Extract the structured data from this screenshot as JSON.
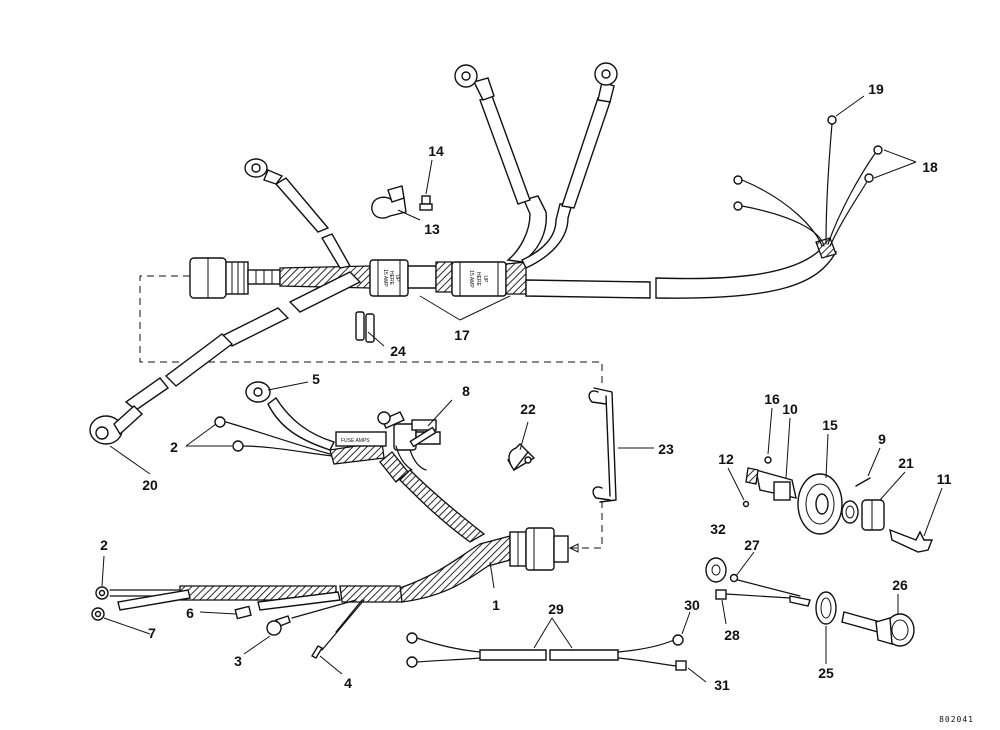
{
  "diagram": {
    "document_id": "802041",
    "callouts": [
      {
        "id": "c1",
        "label": "1"
      },
      {
        "id": "c2a",
        "label": "2"
      },
      {
        "id": "c2b",
        "label": "2"
      },
      {
        "id": "c3",
        "label": "3"
      },
      {
        "id": "c4",
        "label": "4"
      },
      {
        "id": "c5",
        "label": "5"
      },
      {
        "id": "c6",
        "label": "6"
      },
      {
        "id": "c7",
        "label": "7"
      },
      {
        "id": "c8",
        "label": "8"
      },
      {
        "id": "c9",
        "label": "9"
      },
      {
        "id": "c10",
        "label": "10"
      },
      {
        "id": "c11",
        "label": "11"
      },
      {
        "id": "c12",
        "label": "12"
      },
      {
        "id": "c13",
        "label": "13"
      },
      {
        "id": "c14",
        "label": "14"
      },
      {
        "id": "c15",
        "label": "15"
      },
      {
        "id": "c16",
        "label": "16"
      },
      {
        "id": "c17",
        "label": "17"
      },
      {
        "id": "c18",
        "label": "18"
      },
      {
        "id": "c19",
        "label": "19"
      },
      {
        "id": "c20",
        "label": "20"
      },
      {
        "id": "c21",
        "label": "21"
      },
      {
        "id": "c22",
        "label": "22"
      },
      {
        "id": "c23",
        "label": "23"
      },
      {
        "id": "c24",
        "label": "24"
      },
      {
        "id": "c25",
        "label": "25"
      },
      {
        "id": "c26",
        "label": "26"
      },
      {
        "id": "c27",
        "label": "27"
      },
      {
        "id": "c28",
        "label": "28"
      },
      {
        "id": "c29",
        "label": "29"
      },
      {
        "id": "c30",
        "label": "30"
      },
      {
        "id": "c31",
        "label": "31"
      },
      {
        "id": "c32",
        "label": "32"
      }
    ]
  }
}
